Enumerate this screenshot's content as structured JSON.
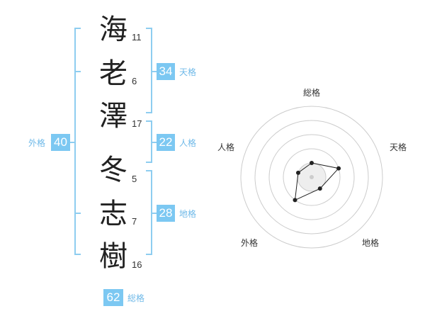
{
  "name": {
    "characters": [
      {
        "char": "海",
        "strokes": "11"
      },
      {
        "char": "老",
        "strokes": "6"
      },
      {
        "char": "澤",
        "strokes": "17"
      },
      {
        "char": "冬",
        "strokes": "5"
      },
      {
        "char": "志",
        "strokes": "7"
      },
      {
        "char": "樹",
        "strokes": "16"
      }
    ]
  },
  "kakusu": {
    "tenkaku": {
      "label": "天格",
      "value": "34"
    },
    "jinkaku": {
      "label": "人格",
      "value": "22"
    },
    "chikaku": {
      "label": "地格",
      "value": "28"
    },
    "gaikaku": {
      "label": "外格",
      "value": "40"
    },
    "soukaku": {
      "label": "総格",
      "value": "62"
    }
  },
  "radar": {
    "labels": {
      "top": "総格",
      "right": "天格",
      "bottom_right": "地格",
      "bottom_left": "外格",
      "left": "人格"
    },
    "values": {
      "soukaku": 1,
      "tenkaku": 2,
      "chikaku": 1,
      "gaikaku": 2,
      "jinkaku": 1
    },
    "max": 5
  },
  "colors": {
    "accent": "#7cc8f2",
    "bracket": "#8ecdf0",
    "text": "#222222",
    "grid": "#cccccc"
  }
}
